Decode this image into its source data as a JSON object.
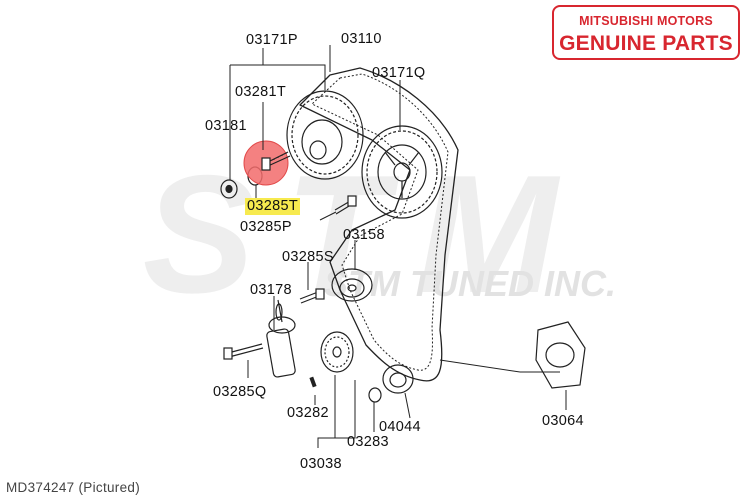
{
  "brand": {
    "line1": "MITSUBISHI MOTORS",
    "line2": "GENUINE PARTS",
    "color": "#d8262f"
  },
  "watermark": {
    "letters": "STM",
    "tagline": "STM TUNED INC.",
    "color": "#ececec"
  },
  "highlight": {
    "part": "03285T",
    "circle_color": "#f26b6b",
    "label_color": "#f7ea4f"
  },
  "parts": {
    "p03171P": "03171P",
    "p03110": "03110",
    "p03171Q": "03171Q",
    "p03281T": "03281T",
    "p03181": "03181",
    "p03285T": "03285T",
    "p03285P": "03285P",
    "p03158": "03158",
    "p03285S": "03285S",
    "p03178": "03178",
    "p03285Q": "03285Q",
    "p03282": "03282",
    "p04044": "04044",
    "p03283": "03283",
    "p03038": "03038",
    "p03064": "03064"
  },
  "footer": "MD374247  (Pictured)"
}
